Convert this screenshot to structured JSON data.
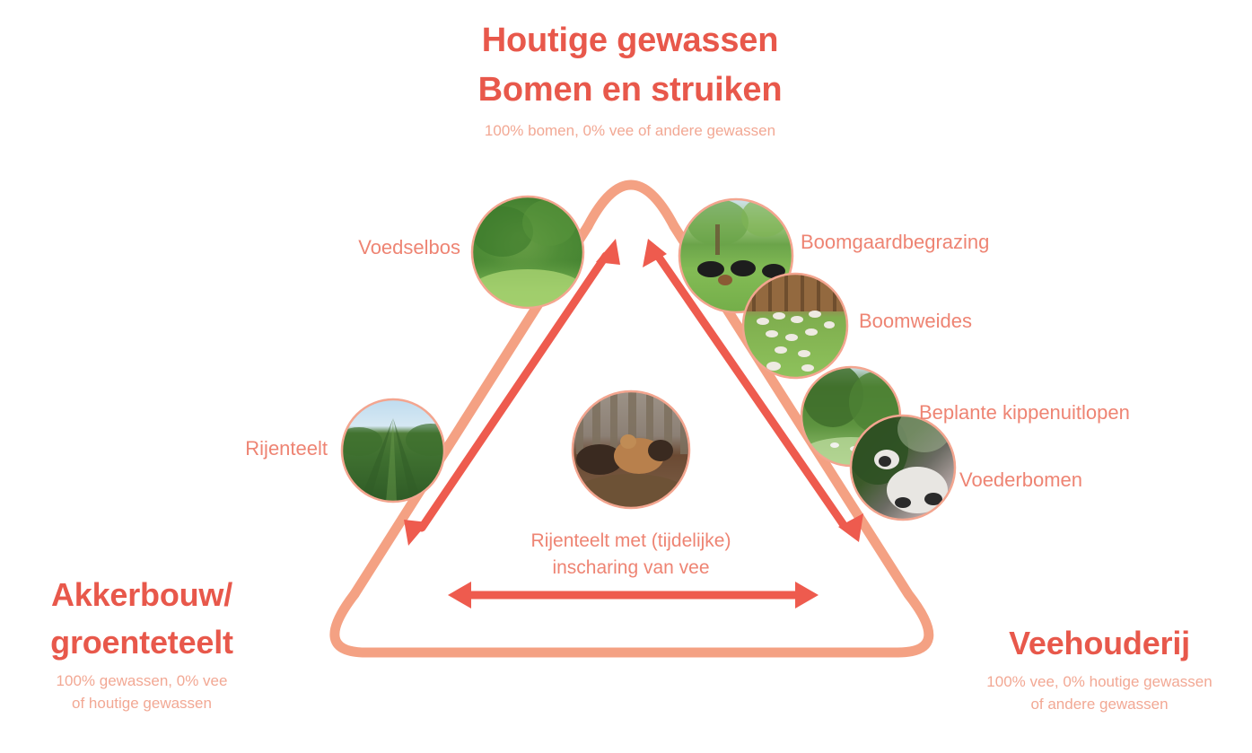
{
  "theme": {
    "accent_strong": "#E8584B",
    "accent_mid": "#EE8473",
    "accent_light": "#F2A894",
    "ring": "#F3A58F",
    "background": "#FFFFFF"
  },
  "corners": {
    "top": {
      "title_line1": "Houtige gewassen",
      "title_line2": "Bomen en struiken",
      "subtitle": "100% bomen, 0% vee of andere gewassen"
    },
    "bottom_left": {
      "title_line1": "Akkerbouw/",
      "title_line2": "groenteteelt",
      "subtitle_line1": "100% gewassen, 0% vee",
      "subtitle_line2": "of houtige gewassen"
    },
    "bottom_right": {
      "title_line1": "Veehouderij",
      "subtitle_line1": "100% vee, 0% houtige gewassen",
      "subtitle_line2": "of andere gewassen"
    }
  },
  "center_caption": {
    "line1": "Rijenteelt met (tijdelijke)",
    "line2": "inscharing van vee"
  },
  "nodes": [
    {
      "id": "voedselbos",
      "label": "Voedselbos",
      "side": "left",
      "photo": "forest-photo"
    },
    {
      "id": "rijenteelt",
      "label": "Rijenteelt",
      "side": "left",
      "photo": "croprows-photo"
    },
    {
      "id": "boomgaardbegrazing",
      "label": "Boomgaardbegrazing",
      "side": "right",
      "photo": "orchard-grazing-photo"
    },
    {
      "id": "boomweides",
      "label": "Boomweides",
      "side": "right",
      "photo": "sheep-pasture-photo"
    },
    {
      "id": "beplante-kippenuitlopen",
      "label": "Beplante kippenuitlopen",
      "side": "right",
      "photo": "chicken-range-photo"
    },
    {
      "id": "voederbomen",
      "label": "Voederbomen",
      "side": "right",
      "photo": "cattle-trees-photo"
    },
    {
      "id": "center-pigs",
      "label": "",
      "side": "center",
      "photo": "pigs-woodland-photo"
    }
  ],
  "icons": {
    "arrow_head": "arrowhead-icon",
    "triangle_outline": "rounded-triangle-icon"
  },
  "chart_data": {
    "type": "diagram",
    "title": "Agroforestry systems triangle",
    "vertices": [
      {
        "name": "Houtige gewassen Bomen en struiken",
        "composition": "100% bomen, 0% vee of andere gewassen"
      },
      {
        "name": "Akkerbouw/groenteteelt",
        "composition": "100% gewassen, 0% vee of houtige gewassen"
      },
      {
        "name": "Veehouderij",
        "composition": "100% vee, 0% houtige gewassen of andere gewassen"
      }
    ],
    "edges": [
      {
        "from": "Akkerbouw/groenteteelt",
        "to": "Houtige gewassen",
        "bidirectional": true,
        "items": [
          "Voedselbos",
          "Rijenteelt"
        ]
      },
      {
        "from": "Houtige gewassen",
        "to": "Veehouderij",
        "bidirectional": true,
        "items": [
          "Boomgaardbegrazing",
          "Boomweides",
          "Beplante kippenuitlopen",
          "Voederbomen"
        ]
      },
      {
        "from": "Akkerbouw/groenteteelt",
        "to": "Veehouderij",
        "bidirectional": true,
        "items": [
          "Rijenteelt met (tijdelijke) inscharing van vee"
        ]
      }
    ]
  }
}
